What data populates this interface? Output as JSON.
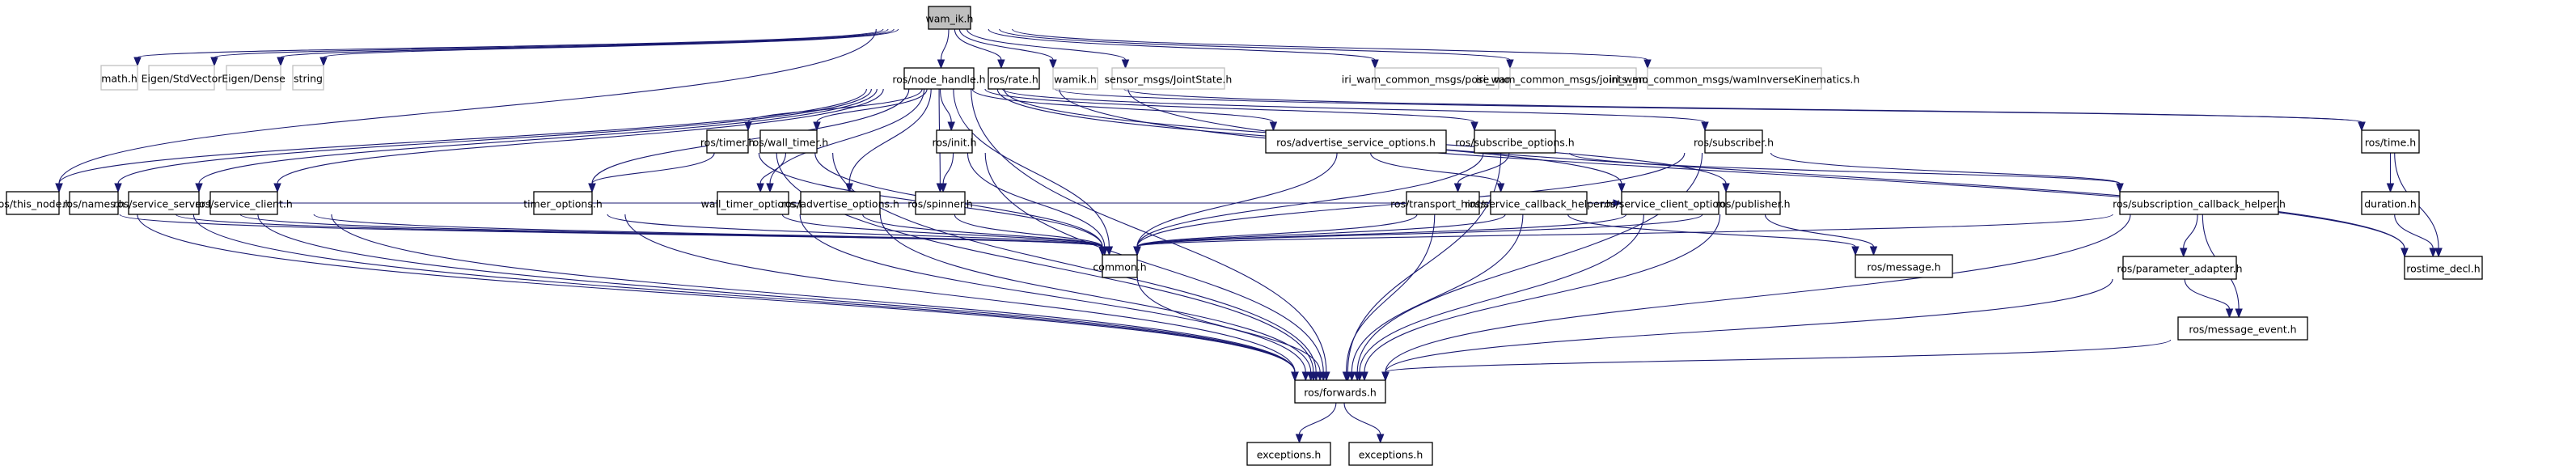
{
  "graph": {
    "title": "Include dependency graph for wam_ik.h",
    "root": "wam_ik",
    "colors": {
      "edge": "#191970",
      "root_fill": "#bfbfbf",
      "node_border": "#000000",
      "external_border": "#bfbfbf"
    },
    "nodes": [
      {
        "id": "wam_ik",
        "label": "wam_ik.h",
        "kind": "root"
      },
      {
        "id": "math",
        "label": "math.h",
        "kind": "external"
      },
      {
        "id": "eigen_stdvector",
        "label": "Eigen/StdVector",
        "kind": "external"
      },
      {
        "id": "eigen_dense",
        "label": "Eigen/Dense",
        "kind": "external"
      },
      {
        "id": "string",
        "label": "string",
        "kind": "external"
      },
      {
        "id": "node_handle",
        "label": "ros/node_handle.h",
        "kind": "documented"
      },
      {
        "id": "rate",
        "label": "ros/rate.h",
        "kind": "documented"
      },
      {
        "id": "wamik",
        "label": "wamik.h",
        "kind": "external"
      },
      {
        "id": "jointstate",
        "label": "sensor_msgs/JointState.h",
        "kind": "external"
      },
      {
        "id": "pose_move",
        "label": "iri_wam_common_msgs/pose_move.h",
        "kind": "external"
      },
      {
        "id": "joints_move",
        "label": "iri_wam_common_msgs/joints_move.h",
        "kind": "external"
      },
      {
        "id": "wam_ik_msg",
        "label": "iri_wam_common_msgs/wamInverseKinematics.h",
        "kind": "external"
      },
      {
        "id": "this_node",
        "label": "ros/this_node.h",
        "kind": "documented"
      },
      {
        "id": "names",
        "label": "ros/names.h",
        "kind": "documented"
      },
      {
        "id": "service_server",
        "label": "ros/service_server.h",
        "kind": "documented"
      },
      {
        "id": "service_client",
        "label": "ros/service_client.h",
        "kind": "documented"
      },
      {
        "id": "timer",
        "label": "ros/timer.h",
        "kind": "documented"
      },
      {
        "id": "timer_options",
        "label": "timer_options.h",
        "kind": "documented"
      },
      {
        "id": "wall_timer",
        "label": "ros/wall_timer.h",
        "kind": "documented"
      },
      {
        "id": "wall_timer_options",
        "label": "wall_timer_options.h",
        "kind": "documented"
      },
      {
        "id": "advertise_options",
        "label": "ros/advertise_options.h",
        "kind": "documented"
      },
      {
        "id": "init",
        "label": "ros/init.h",
        "kind": "documented"
      },
      {
        "id": "spinner",
        "label": "ros/spinner.h",
        "kind": "documented"
      },
      {
        "id": "adv_service_options",
        "label": "ros/advertise_service_options.h",
        "kind": "documented"
      },
      {
        "id": "subscribe_options",
        "label": "ros/subscribe_options.h",
        "kind": "documented"
      },
      {
        "id": "transport_hints",
        "label": "ros/transport_hints.h",
        "kind": "documented"
      },
      {
        "id": "service_callback_helper",
        "label": "ros/service_callback_helper.h",
        "kind": "documented"
      },
      {
        "id": "service_client_options",
        "label": "ros/service_client_options.h",
        "kind": "documented"
      },
      {
        "id": "publisher",
        "label": "ros/publisher.h",
        "kind": "documented"
      },
      {
        "id": "subscriber",
        "label": "ros/subscriber.h",
        "kind": "documented"
      },
      {
        "id": "subscription_callback_helper",
        "label": "ros/subscription_callback_helper.h",
        "kind": "documented"
      },
      {
        "id": "parameter_adapter",
        "label": "ros/parameter_adapter.h",
        "kind": "documented"
      },
      {
        "id": "message_event",
        "label": "ros/message_event.h",
        "kind": "documented"
      },
      {
        "id": "message",
        "label": "ros/message.h",
        "kind": "documented"
      },
      {
        "id": "common",
        "label": "common.h",
        "kind": "documented"
      },
      {
        "id": "forwards",
        "label": "ros/forwards.h",
        "kind": "documented"
      },
      {
        "id": "exceptions1",
        "label": "exceptions.h",
        "kind": "documented"
      },
      {
        "id": "exceptions2",
        "label": "exceptions.h",
        "kind": "documented"
      },
      {
        "id": "time",
        "label": "ros/time.h",
        "kind": "documented"
      },
      {
        "id": "duration",
        "label": "duration.h",
        "kind": "documented"
      },
      {
        "id": "rostime_decl",
        "label": "rostime_decl.h",
        "kind": "documented"
      }
    ],
    "edges": [
      [
        "wam_ik",
        "math"
      ],
      [
        "wam_ik",
        "eigen_stdvector"
      ],
      [
        "wam_ik",
        "eigen_dense"
      ],
      [
        "wam_ik",
        "string"
      ],
      [
        "wam_ik",
        "node_handle"
      ],
      [
        "wam_ik",
        "rate"
      ],
      [
        "wam_ik",
        "wamik"
      ],
      [
        "wam_ik",
        "jointstate"
      ],
      [
        "wam_ik",
        "pose_move"
      ],
      [
        "wam_ik",
        "joints_move"
      ],
      [
        "wam_ik",
        "wam_ik_msg"
      ],
      [
        "wam_ik",
        "this_node"
      ],
      [
        "node_handle",
        "this_node"
      ],
      [
        "node_handle",
        "names"
      ],
      [
        "node_handle",
        "service_server"
      ],
      [
        "node_handle",
        "service_client"
      ],
      [
        "node_handle",
        "timer"
      ],
      [
        "node_handle",
        "timer_options"
      ],
      [
        "node_handle",
        "wall_timer"
      ],
      [
        "node_handle",
        "wall_timer_options"
      ],
      [
        "node_handle",
        "advertise_options"
      ],
      [
        "node_handle",
        "init"
      ],
      [
        "node_handle",
        "spinner"
      ],
      [
        "node_handle",
        "adv_service_options"
      ],
      [
        "node_handle",
        "subscribe_options"
      ],
      [
        "node_handle",
        "service_client_options"
      ],
      [
        "node_handle",
        "publisher"
      ],
      [
        "node_handle",
        "subscriber"
      ],
      [
        "node_handle",
        "common"
      ],
      [
        "node_handle",
        "forwards"
      ],
      [
        "node_handle",
        "time"
      ],
      [
        "node_handle",
        "rostime_decl"
      ],
      [
        "rate",
        "time"
      ],
      [
        "rate",
        "rostime_decl"
      ],
      [
        "this_node",
        "common"
      ],
      [
        "this_node",
        "forwards"
      ],
      [
        "names",
        "common"
      ],
      [
        "names",
        "forwards"
      ],
      [
        "service_server",
        "common"
      ],
      [
        "service_server",
        "forwards"
      ],
      [
        "service_client",
        "common"
      ],
      [
        "service_client",
        "forwards"
      ],
      [
        "service_client",
        "service_client_options"
      ],
      [
        "timer",
        "timer_options"
      ],
      [
        "timer",
        "common"
      ],
      [
        "timer",
        "forwards"
      ],
      [
        "timer_options",
        "common"
      ],
      [
        "timer_options",
        "forwards"
      ],
      [
        "wall_timer",
        "wall_timer_options"
      ],
      [
        "wall_timer",
        "common"
      ],
      [
        "wall_timer",
        "forwards"
      ],
      [
        "wall_timer_options",
        "common"
      ],
      [
        "wall_timer_options",
        "forwards"
      ],
      [
        "advertise_options",
        "common"
      ],
      [
        "advertise_options",
        "forwards"
      ],
      [
        "init",
        "spinner"
      ],
      [
        "init",
        "common"
      ],
      [
        "init",
        "forwards"
      ],
      [
        "spinner",
        "common"
      ],
      [
        "adv_service_options",
        "common"
      ],
      [
        "adv_service_options",
        "service_callback_helper"
      ],
      [
        "subscribe_options",
        "transport_hints"
      ],
      [
        "subscribe_options",
        "common"
      ],
      [
        "subscribe_options",
        "subscription_callback_helper"
      ],
      [
        "subscribe_options",
        "forwards"
      ],
      [
        "transport_hints",
        "common"
      ],
      [
        "transport_hints",
        "forwards"
      ],
      [
        "service_callback_helper",
        "common"
      ],
      [
        "service_callback_helper",
        "forwards"
      ],
      [
        "service_callback_helper",
        "message"
      ],
      [
        "service_client_options",
        "common"
      ],
      [
        "service_client_options",
        "forwards"
      ],
      [
        "publisher",
        "common"
      ],
      [
        "publisher",
        "message"
      ],
      [
        "publisher",
        "forwards"
      ],
      [
        "subscriber",
        "common"
      ],
      [
        "subscriber",
        "subscription_callback_helper"
      ],
      [
        "subscriber",
        "forwards"
      ],
      [
        "subscription_callback_helper",
        "common"
      ],
      [
        "subscription_callback_helper",
        "parameter_adapter"
      ],
      [
        "subscription_callback_helper",
        "message_event"
      ],
      [
        "subscription_callback_helper",
        "forwards"
      ],
      [
        "parameter_adapter",
        "message_event"
      ],
      [
        "parameter_adapter",
        "forwards"
      ],
      [
        "message_event",
        "forwards"
      ],
      [
        "common",
        "forwards"
      ],
      [
        "forwards",
        "exceptions1"
      ],
      [
        "forwards",
        "exceptions2"
      ],
      [
        "time",
        "duration"
      ],
      [
        "time",
        "rostime_decl"
      ],
      [
        "duration",
        "rostime_decl"
      ]
    ]
  }
}
